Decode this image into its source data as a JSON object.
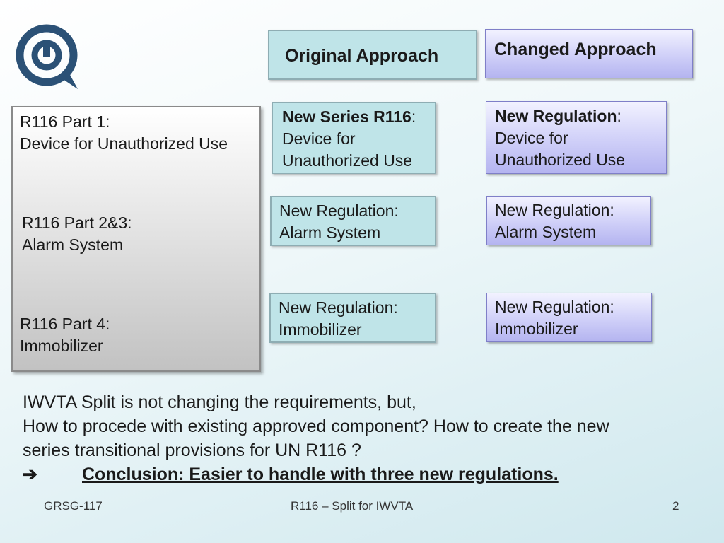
{
  "headers": {
    "original": "Original Approach",
    "changed": "Changed Approach"
  },
  "left_panel": {
    "part1_title": "R116 Part 1:",
    "part1_desc": "Device for Unauthorized Use",
    "part23_title": "R116 Part 2&3:",
    "part23_desc": "Alarm System",
    "part4_title": "R116 Part 4:",
    "part4_desc": "Immobilizer"
  },
  "original": {
    "box1_bold": "New Series R116",
    "box1_colon": ":",
    "box1_line2": "Device for",
    "box1_line3": "Unauthorized Use",
    "box2_line1": "New Regulation:",
    "box2_line2": "Alarm System",
    "box3_line1": "New Regulation:",
    "box3_line2": "Immobilizer"
  },
  "changed": {
    "box1_bold": "New Regulation",
    "box1_colon": ":",
    "box1_line2": "Device for",
    "box1_line3": "Unauthorized Use",
    "box2_line1": "New Regulation:",
    "box2_line2": "Alarm System",
    "box3_line1": "New Regulation:",
    "box3_line2": "Immobilizer"
  },
  "body": {
    "line1": "IWVTA Split is not changing the requirements, but,",
    "line2": "How to procede with existing approved component? How to create the new",
    "line3": "series transitional provisions for UN R116 ?",
    "arrow": "➔",
    "conclusion": "Conclusion: Easier to handle with three new regulations."
  },
  "footer": {
    "left": "GRSG-117",
    "center": "R116 – Split for IWVTA",
    "right": "2"
  },
  "colors": {
    "logo": "#2b5176",
    "teal_box": "#bfe4e8",
    "lavender_box": "#cfcff8"
  }
}
